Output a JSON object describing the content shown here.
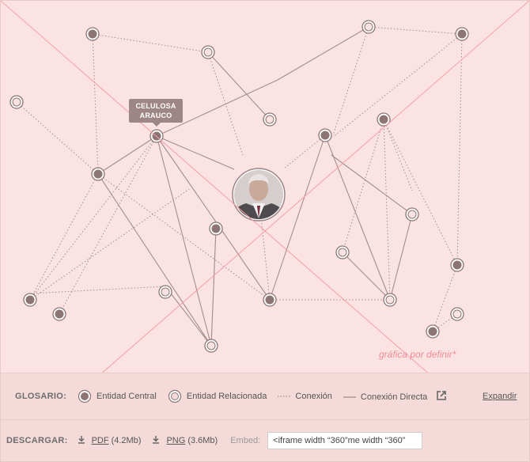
{
  "tooltip": {
    "line1": "CELULOSA",
    "line2": "ARAUCO"
  },
  "pending_note": "gráfica por definir*",
  "glossary": {
    "label": "GLOSARIO:",
    "central": "Entidad Central",
    "related": "Entidad Relacionada",
    "connection": "Conexión",
    "direct": "Conexión Directa",
    "expand": "Expandir"
  },
  "download": {
    "label": "DESCARGAR:",
    "pdf": "PDF",
    "pdf_size": "(4.2Mb)",
    "png": "PNG",
    "png_size": "(3.6Mb)",
    "embed_label": "Embed:",
    "embed_value": "<iframe width “360”me width “360”"
  },
  "colors": {
    "background": "#fbe3e3",
    "bar_background": "#f5dada",
    "node": "#8d7575",
    "line": "#b59a9a",
    "cross": "#f2a0aa",
    "note": "#f08c98"
  },
  "icons": {
    "download": "download-icon",
    "external": "external-link-icon",
    "avatar": "person-photo"
  }
}
